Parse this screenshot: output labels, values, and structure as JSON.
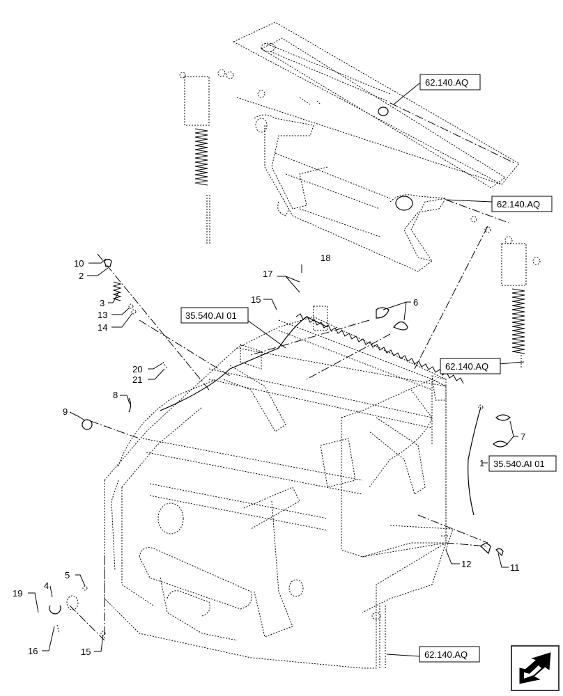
{
  "callouts": [
    {
      "text": "10"
    },
    {
      "text": "2"
    },
    {
      "text": "3"
    },
    {
      "text": "13"
    },
    {
      "text": "14"
    },
    {
      "text": "18"
    },
    {
      "text": "17"
    },
    {
      "text": "15"
    },
    {
      "text": "6"
    },
    {
      "text": "20"
    },
    {
      "text": "21"
    },
    {
      "text": "8"
    },
    {
      "text": "9"
    },
    {
      "text": "7"
    },
    {
      "text": "1"
    },
    {
      "text": "5"
    },
    {
      "text": "4"
    },
    {
      "text": "19"
    },
    {
      "text": "16"
    },
    {
      "text": "15"
    },
    {
      "text": "12"
    },
    {
      "text": "11"
    }
  ],
  "references": [
    {
      "text": "62.140.AQ"
    },
    {
      "text": "62.140.AQ"
    },
    {
      "text": "35.540.AI 01"
    },
    {
      "text": "62.140.AQ"
    },
    {
      "text": "35.540.AI 01"
    },
    {
      "text": "62.140.AQ"
    }
  ],
  "icons": {
    "nav_arrow": "direction-arrow-icon"
  }
}
